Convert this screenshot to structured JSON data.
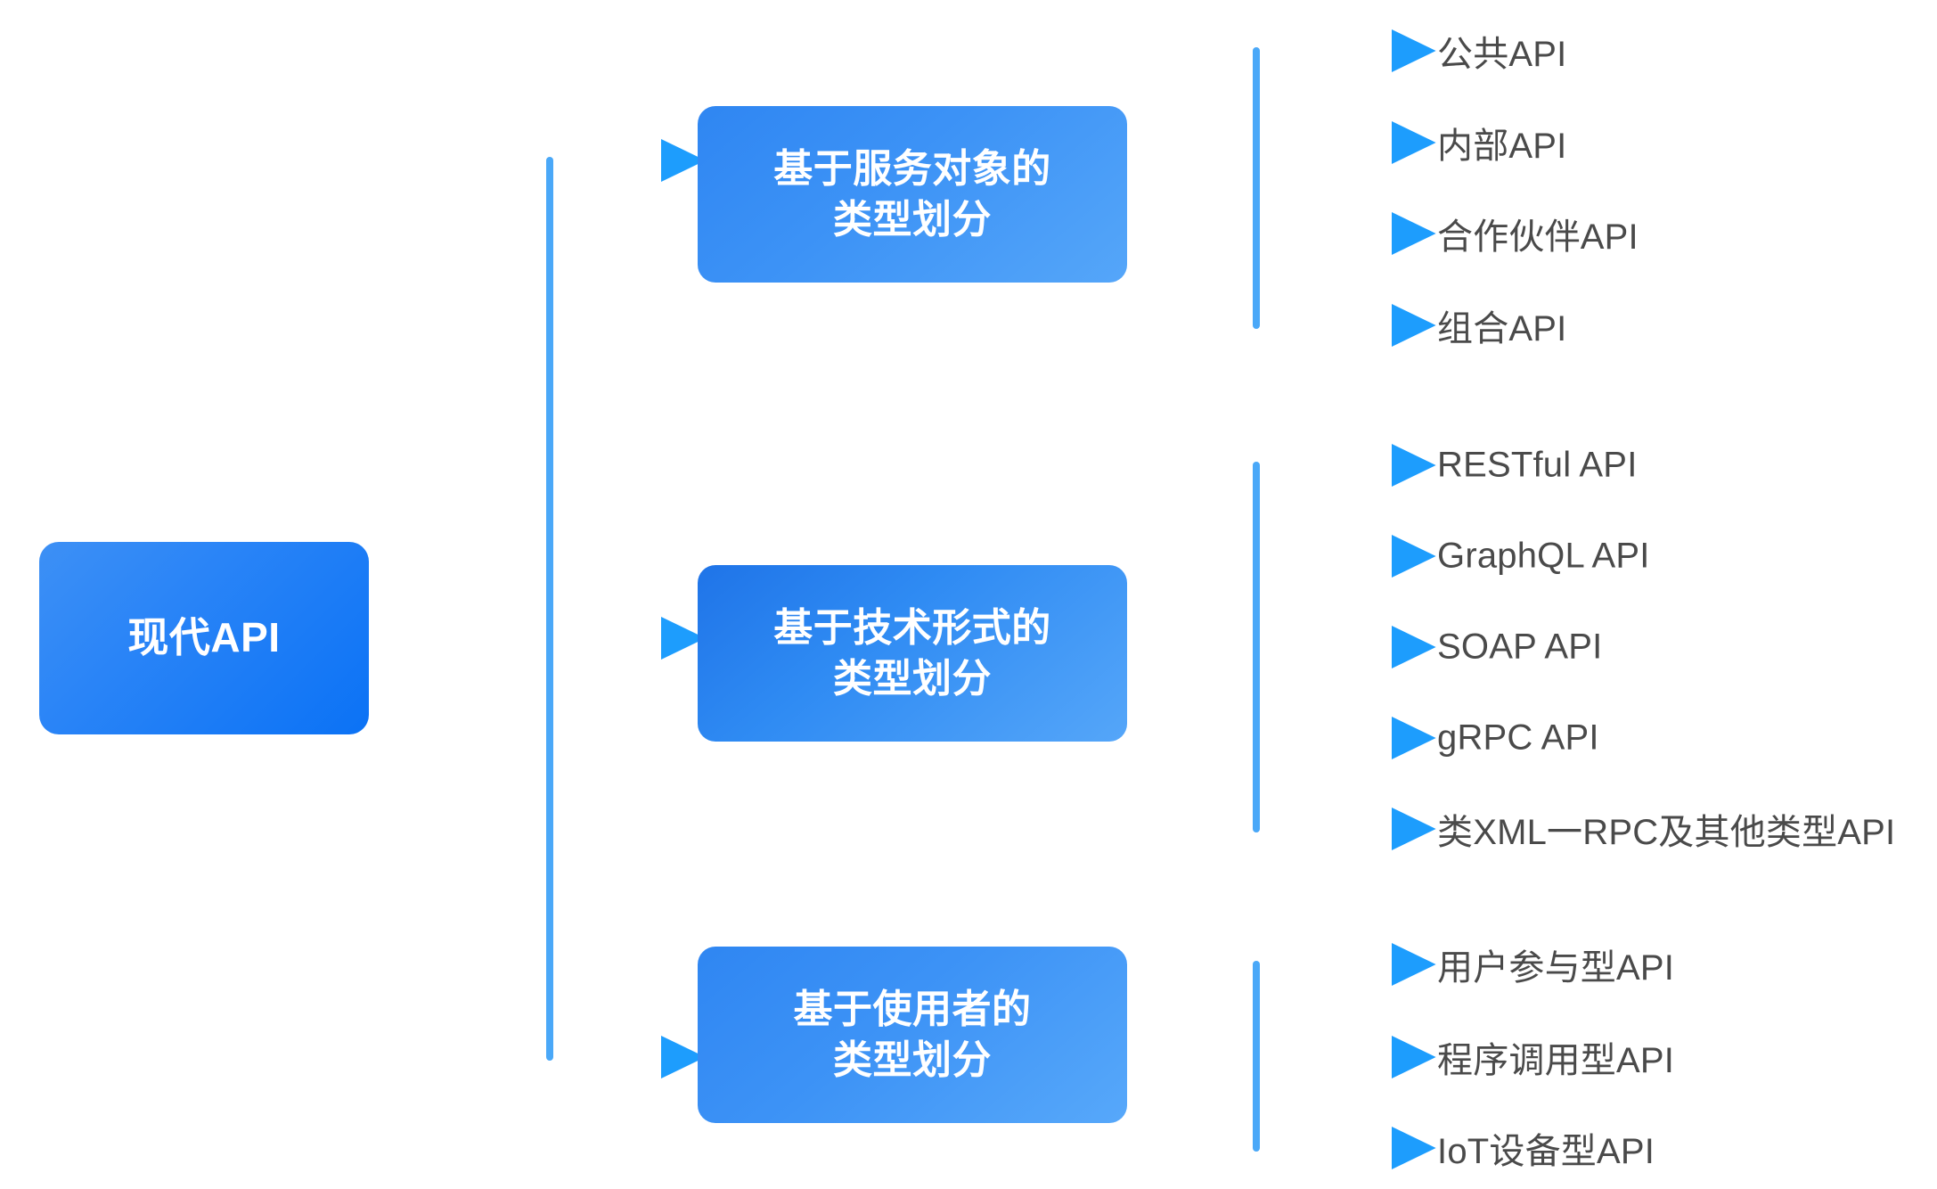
{
  "diagram": {
    "title": "现代API 类型划分",
    "root": {
      "label": "现代API"
    },
    "colors": {
      "node_blue_dark": "#0b72f5",
      "node_blue_light": "#55a6f9",
      "connector_light": "#64b4f8",
      "connector_bright": "#189bfc",
      "leaf_text": "#4a4a4a",
      "background": "#ffffff"
    },
    "branches": [
      {
        "label": "基于服务对象的\n类型划分",
        "leaves": [
          {
            "label": "公共API"
          },
          {
            "label": "内部API"
          },
          {
            "label": "合作伙伴API"
          },
          {
            "label": "组合API"
          }
        ]
      },
      {
        "label": "基于技术形式的\n类型划分",
        "leaves": [
          {
            "label": "RESTful API"
          },
          {
            "label": "GraphQL API"
          },
          {
            "label": "SOAP API"
          },
          {
            "label": "gRPC API"
          },
          {
            "label": "类XML一RPC及其他类型API"
          }
        ]
      },
      {
        "label": "基于使用者的\n类型划分",
        "leaves": [
          {
            "label": "用户参与型API"
          },
          {
            "label": "程序调用型API"
          },
          {
            "label": "IoT设备型API"
          }
        ]
      }
    ]
  }
}
